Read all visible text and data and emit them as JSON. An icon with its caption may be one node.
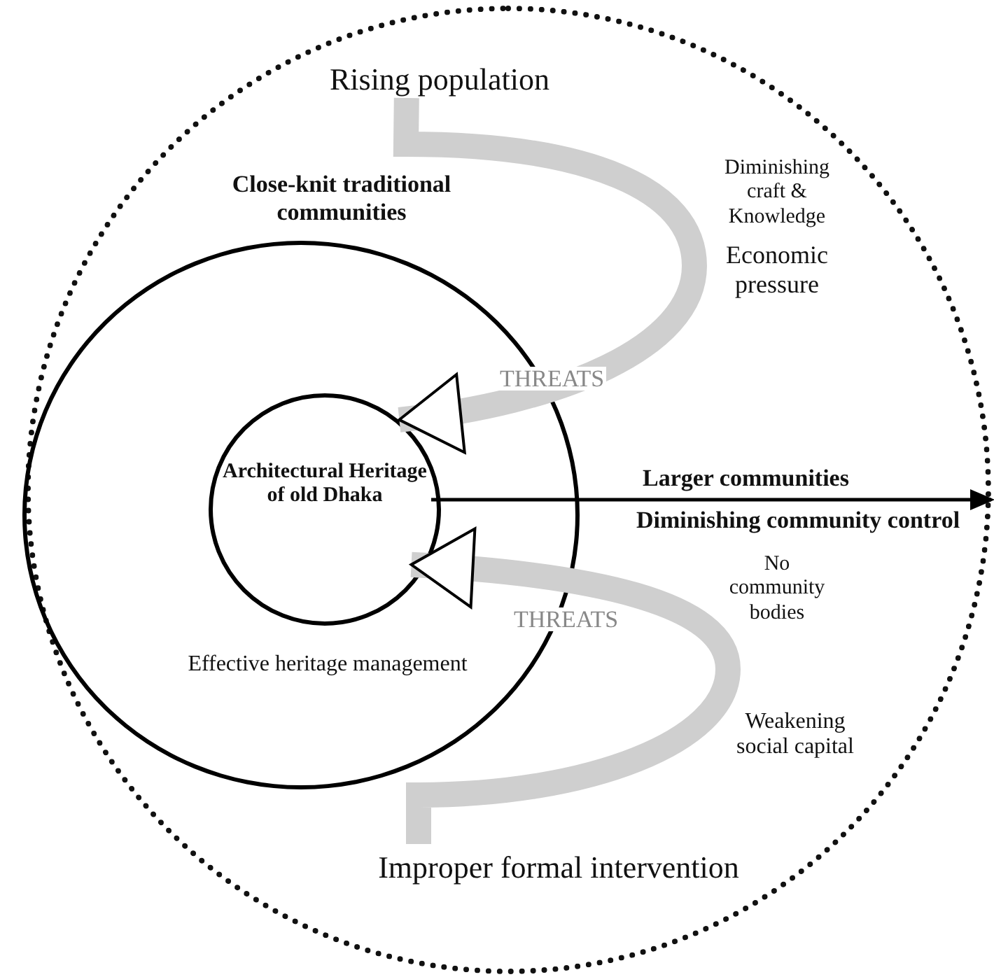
{
  "diagram": {
    "nodes": [
      {
        "text": [],
        "shape": "circle"
      },
      {
        "text": [
          "Close-knit traditional communities",
          "Effective heritage management"
        ],
        "in": 0
      },
      {
        "text": [
          "Architectural Heritage of old Dhaka"
        ],
        "in": 1
      },
      {
        "text": [
          "Rising population"
        ],
        "in": 0
      },
      {
        "text": [
          "Improper formal intervention"
        ],
        "in": 0
      }
    ],
    "edges": [
      {
        "from": 3,
        "to": 2,
        "arrow": "to",
        "label": "THREATS"
      },
      {
        "from": 4,
        "to": 2,
        "arrow": "to",
        "label": "THREATS"
      },
      {
        "from": 2,
        "to": null,
        "arrow": "to",
        "label": "Larger communities",
        "color": "#000000"
      }
    ],
    "labels": [
      "Diminishing craft & Knowledge",
      "Economic pressure",
      "Diminishing community control",
      "No community bodies",
      "Weakening social capital"
    ]
  }
}
